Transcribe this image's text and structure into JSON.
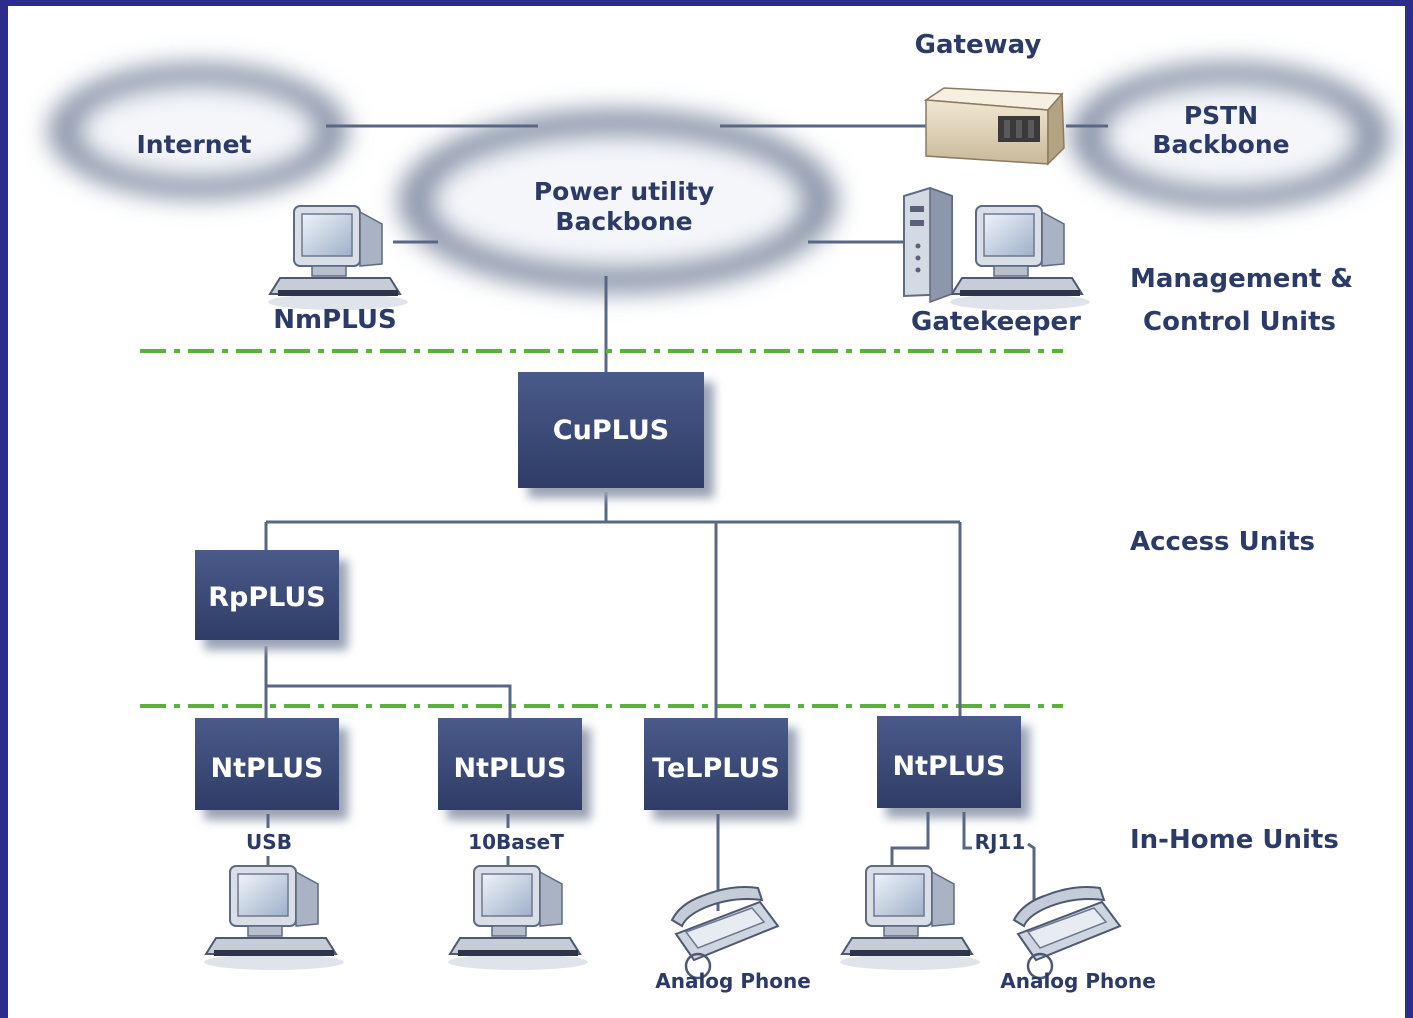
{
  "clouds": {
    "internet": "Internet",
    "backbone_line1": "Power utility",
    "backbone_line2": "Backbone",
    "pstn_line1": "PSTN",
    "pstn_line2": "Backbone"
  },
  "devices": {
    "gateway": "Gateway",
    "nmplus": "NmPLUS",
    "gatekeeper": "Gatekeeper"
  },
  "tiers": {
    "management_line1": "Management &",
    "management_line2": "Control Units",
    "access": "Access Units",
    "inhome": "In-Home Units"
  },
  "units": {
    "cuplus": "CuPLUS",
    "rpplus": "RpPLUS",
    "ntplus1": "NtPLUS",
    "ntplus2": "NtPLUS",
    "telplus": "TeLPLUS",
    "ntplus3": "NtPLUS"
  },
  "ports": {
    "usb": "USB",
    "tenbaset": "10BaseT",
    "rj11": "RJ11"
  },
  "phones": {
    "phone1": "Analog Phone",
    "phone2": "Analog Phone"
  },
  "colors": {
    "frame": "#2c2c8c",
    "unit_box": "#3b4a78",
    "divider": "#58b23a",
    "text": "#2b3a66"
  }
}
